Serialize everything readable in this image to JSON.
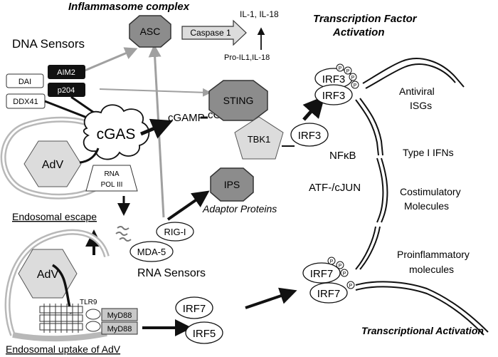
{
  "titles": {
    "inflammasome": "Inflammasome complex",
    "tf_activation_line1": "Transcription Factor",
    "tf_activation_line2": "Activation",
    "transcriptional_activation": "Transcriptional Activation"
  },
  "sections": {
    "dna_sensors": "DNA Sensors",
    "rna_sensors": "RNA Sensors",
    "adaptor_proteins": "Adaptor Proteins",
    "endosomal_escape": "Endosomal escape",
    "endosomal_uptake": "Endosomal uptake of AdV"
  },
  "nodes": {
    "asc": "ASC",
    "caspase1": "Caspase 1",
    "il1_il18": "IL-1, IL-18",
    "pro_il": "Pro-IL1,IL-18",
    "dai": "DAI",
    "aim2": "AIM2",
    "ddx41": "DDX41",
    "p204": "p204",
    "cgas": "cGAS",
    "cgamp_1": "cGAMP",
    "cgamp_2": "cGAMP",
    "sting": "STING",
    "tbk1": "TBK1",
    "adv_top": "AdV",
    "rna_pol_line1": "RNA",
    "rna_pol_line2": "POL III",
    "ips": "IPS",
    "rig_i": "RIG-I",
    "mda5": "MDA-5",
    "adv_bottom": "AdV",
    "tlr9": "TLR9",
    "myd88_1": "MyD88",
    "myd88_2": "MyD88",
    "irf7_bottom": "IRF7",
    "irf5": "IRF5",
    "irf3_a": "IRF3",
    "irf3_b": "IRF3",
    "irf3_mid": "IRF3",
    "irf7_a": "IRF7",
    "irf7_b": "IRF7",
    "phospho": "P",
    "nfkb": "NFκB",
    "atf_cjun": "ATF-/cJUN"
  },
  "outputs": {
    "antiviral_line1": "Antiviral",
    "antiviral_line2": "ISGs",
    "type1_ifns": "Type I IFNs",
    "costim_line1": "Costimulatory",
    "costim_line2": "Molecules",
    "proinfl_line1": "Proinflammatory",
    "proinfl_line2": "molecules"
  },
  "colors": {
    "dark_octagon": "#8c8c8c",
    "light_shape": "#dcdcdc",
    "black_box": "#111111",
    "arrow_gray": "#a0a0a0",
    "membrane_gray": "#b8b8b8"
  }
}
